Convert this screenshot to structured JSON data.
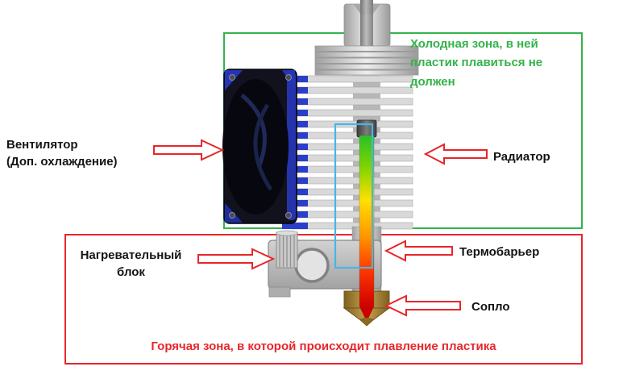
{
  "colors": {
    "background": "#ffffff",
    "cold_zone": "#33b34a",
    "hot_zone": "#e8262a",
    "label_text": "#141414",
    "highlight_box": "#45b6e8",
    "filament_cold": "#8a8a8a",
    "filament_green": "#29c127",
    "filament_yellow": "#ffe000",
    "filament_orange": "#ff9a00",
    "filament_red": "#cf0000",
    "nozzle_brass": "#a98336",
    "fan_blue": "#2a3bc4"
  },
  "zones": {
    "cold": {
      "label": "Холодная зона, в ней пластик плавиться не должен"
    },
    "hot": {
      "label": "Горячая зона, в которой происходит плавление пластика"
    }
  },
  "labels": {
    "fan": "Вентилятор\n(Доп. охлаждение)",
    "radiator": "Радиатор",
    "thermal_barrier": "Термобарьер",
    "nozzle": "Сопло",
    "heater_block": "Нагревательный\nблок"
  }
}
